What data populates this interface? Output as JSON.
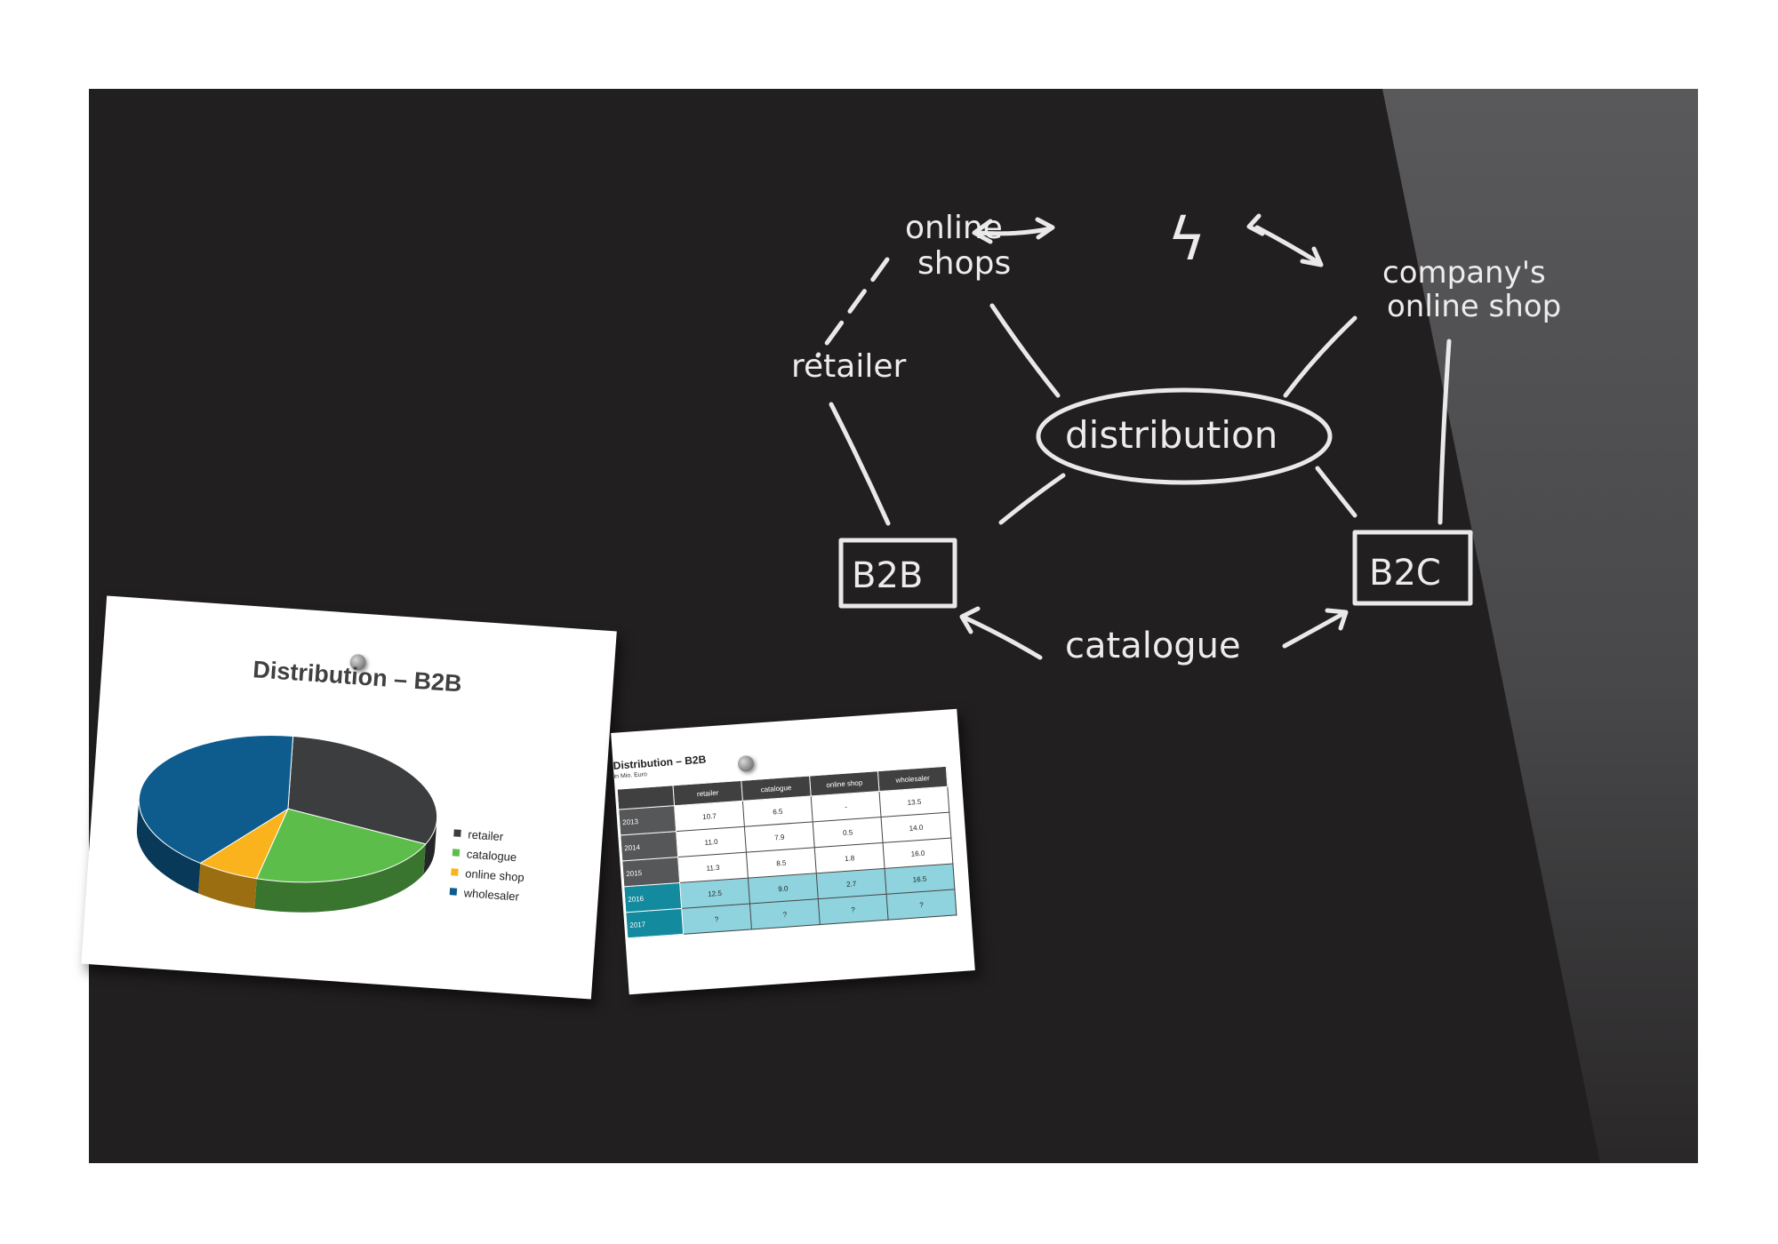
{
  "whiteboard": {
    "center": "distribution",
    "nodes": {
      "online_shops_line1": "online",
      "online_shops_line2": "shops",
      "company_shop_line1": "company's",
      "company_shop_line2": "online shop",
      "retailer": "retailer",
      "b2b": "B2B",
      "b2c": "B2C",
      "catalogue": "catalogue",
      "conflict_symbol": "ϟ"
    }
  },
  "pie_card": {
    "title": "Distribution – B2B",
    "legend": [
      "retailer",
      "catalogue",
      "online shop",
      "wholesaler"
    ]
  },
  "table_card": {
    "title": "Distribution – B2B",
    "subtitle": "in Mio. Euro",
    "columns": [
      "retailer",
      "catalogue",
      "online shop",
      "wholesaler"
    ],
    "rows": [
      {
        "year": "2013",
        "values": [
          "10.7",
          "6.5",
          "-",
          "13.5"
        ]
      },
      {
        "year": "2014",
        "values": [
          "11.0",
          "7.9",
          "0.5",
          "14.0"
        ]
      },
      {
        "year": "2015",
        "values": [
          "11.3",
          "8.5",
          "1.8",
          "16.0"
        ]
      },
      {
        "year": "2016",
        "values": [
          "12.5",
          "9.0",
          "2.7",
          "16.5"
        ]
      },
      {
        "year": "2017",
        "values": [
          "?",
          "?",
          "?",
          "?"
        ]
      }
    ]
  },
  "chart_data": {
    "type": "pie",
    "title": "Distribution – B2B",
    "categories": [
      "retailer",
      "catalogue",
      "online shop",
      "wholesaler"
    ],
    "values": [
      12.5,
      9.0,
      2.7,
      16.5
    ],
    "colors": [
      "#3b3d3f",
      "#5cbd4a",
      "#fab31c",
      "#0e5c8e"
    ],
    "legend": "right"
  },
  "colors": {
    "board": "#221f20",
    "chalk": "#e9e9e9",
    "table_highlight": "#8fd3de",
    "table_highlight_year": "#148a9e"
  }
}
